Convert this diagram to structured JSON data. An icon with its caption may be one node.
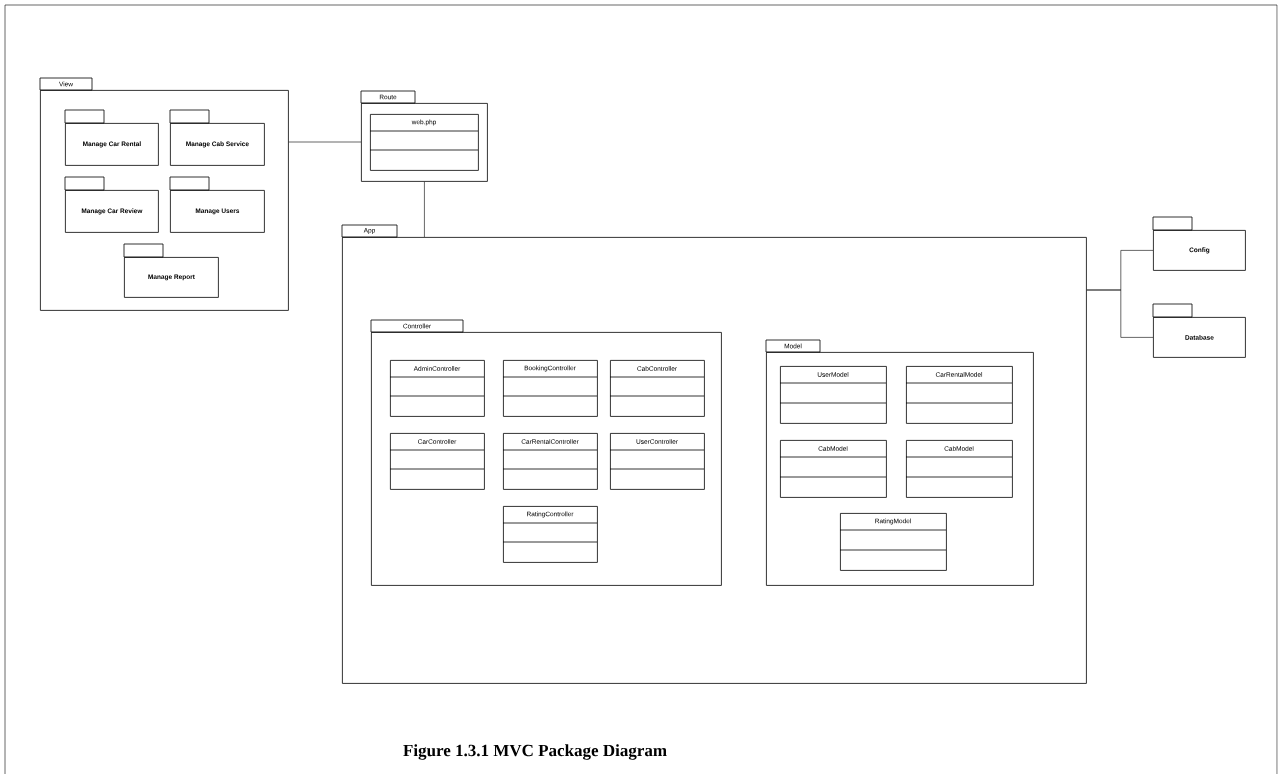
{
  "diagram": {
    "caption": "Figure 1.3.1 MVC Package Diagram",
    "nodes": [
      {
        "text": [
          "View"
        ]
      },
      {
        "text": [
          "Manage Car Rental"
        ],
        "in": 0
      },
      {
        "text": [
          "Manage Cab Service"
        ],
        "in": 0
      },
      {
        "text": [
          "Manage Car Review"
        ],
        "in": 0
      },
      {
        "text": [
          "Manage Users"
        ],
        "in": 0
      },
      {
        "text": [
          "Manage Report"
        ],
        "in": 0
      },
      {
        "text": [
          "Route"
        ]
      },
      {
        "text": [
          "web.php"
        ],
        "in": 6
      },
      {
        "text": [
          "App"
        ]
      },
      {
        "text": [
          "Controller"
        ],
        "in": 8
      },
      {
        "text": [
          "AdminController"
        ],
        "in": 9
      },
      {
        "text": [
          "BookingController"
        ],
        "in": 9
      },
      {
        "text": [
          "CabController"
        ],
        "in": 9
      },
      {
        "text": [
          "CarController"
        ],
        "in": 9
      },
      {
        "text": [
          "CarRentalController"
        ],
        "in": 9
      },
      {
        "text": [
          "UserController"
        ],
        "in": 9
      },
      {
        "text": [
          "RatingController"
        ],
        "in": 9
      },
      {
        "text": [
          "Model"
        ],
        "in": 8
      },
      {
        "text": [
          "UserModel"
        ],
        "in": 17
      },
      {
        "text": [
          "CarRentalModel"
        ],
        "in": 17
      },
      {
        "text": [
          "CabModel"
        ],
        "in": 17
      },
      {
        "text": [
          "CabModel"
        ],
        "in": 17
      },
      {
        "text": [
          "RatingModel"
        ],
        "in": 17
      },
      {
        "text": [
          "Config"
        ]
      },
      {
        "text": [
          "Database"
        ]
      }
    ],
    "edges": [
      {
        "from": 0,
        "to": 6,
        "arrow": "none"
      },
      {
        "from": 6,
        "to": 8,
        "arrow": "none"
      },
      {
        "from": 8,
        "to": 23,
        "arrow": "none"
      },
      {
        "from": 8,
        "to": 24,
        "arrow": "none"
      }
    ]
  }
}
